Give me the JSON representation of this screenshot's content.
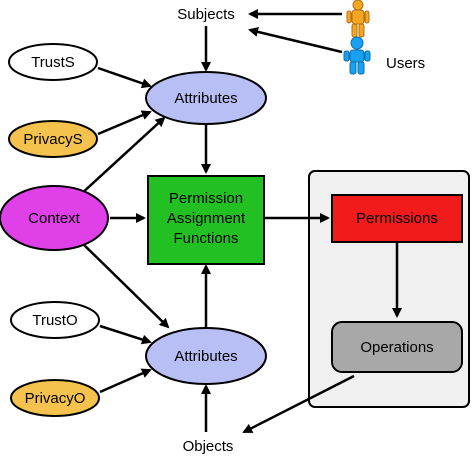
{
  "diagram": {
    "subjects": "Subjects",
    "users": "Users",
    "objects": "Objects",
    "trust_s": "TrustS",
    "privacy_s": "PrivacyS",
    "context": "Context",
    "trust_o": "TrustO",
    "privacy_o": "PrivacyO",
    "attributes_top": "Attributes",
    "attributes_bottom": "Attributes",
    "paf_line1": "Permission",
    "paf_line2": "Assignment",
    "paf_line3": "Functions",
    "permissions": "Permissions",
    "operations": "Operations"
  },
  "colors": {
    "attributes_fill": "#b8bff5",
    "context_fill": "#e040e8",
    "privacy_fill": "#f5c24d",
    "trust_fill": "#ffffff",
    "paf_fill": "#22c022",
    "permissions_fill": "#f21b1b",
    "operations_fill": "#a8a8a8",
    "container_fill": "#f0f0f0",
    "user_gold": "#f5a623",
    "user_blue": "#1aa0f0"
  }
}
